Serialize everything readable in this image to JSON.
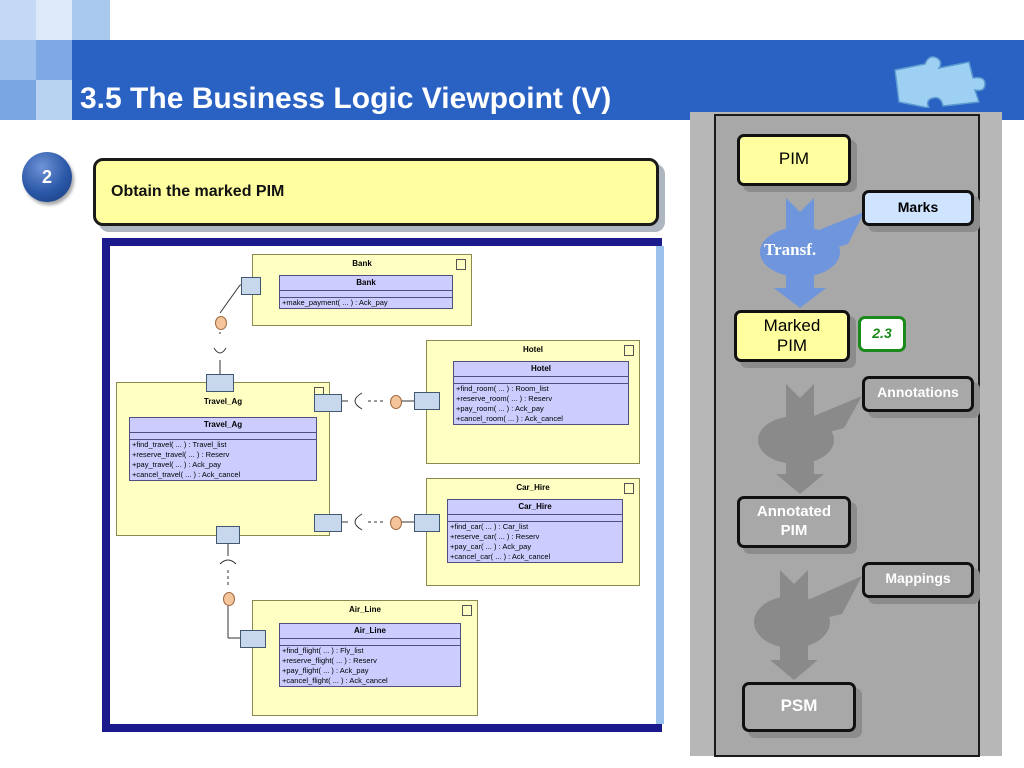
{
  "slide": {
    "title": "3.5 The Business Logic Viewpoint (V)",
    "step_number": "2",
    "instruction": "Obtain the marked PIM"
  },
  "diagram": {
    "components": [
      {
        "name": "Bank",
        "class_name": "Bank",
        "operations": [
          "+make_payment( ... ) : Ack_pay"
        ]
      },
      {
        "name": "Hotel",
        "class_name": "Hotel",
        "operations": [
          "+find_room( ... ) : Room_list",
          "+reserve_room( ... ) : Reserv",
          "+pay_room( ... ) : Ack_pay",
          "+cancel_room( ... ) : Ack_cancel"
        ]
      },
      {
        "name": "Travel_Ag",
        "class_name": "Travel_Ag",
        "operations": [
          "+find_travel( ... ) : Travel_list",
          "+reserve_travel( ... ) : Reserv",
          "+pay_travel( ... ) : Ack_pay",
          "+cancel_travel( ... ) : Ack_cancel"
        ]
      },
      {
        "name": "Car_Hire",
        "class_name": "Car_Hire",
        "operations": [
          "+find_car( ... ) : Car_list",
          "+reserve_car( ... ) : Reserv",
          "+pay_car( ... ) : Ack_pay",
          "+cancel_car( ... ) : Ack_cancel"
        ]
      },
      {
        "name": "Air_Line",
        "class_name": "Air_Line",
        "operations": [
          "+find_flight( ... ) : Fly_list",
          "+reserve_flight( ... ) : Reserv",
          "+pay_flight( ... ) : Ack_pay",
          "+cancel_flight( ... ) : Ack_cancel"
        ]
      }
    ]
  },
  "process": {
    "pim": "PIM",
    "marks": "Marks",
    "transf": "Transf.",
    "marked_pim_line1": "Marked",
    "marked_pim_line2": "PIM",
    "section_ref": "2.3",
    "annotations": "Annotations",
    "annotated_pim_line1": "Annotated",
    "annotated_pim_line2": "PIM",
    "mappings": "Mappings",
    "psm": "PSM"
  },
  "colors": {
    "header_band": "#2a62c4",
    "note_fill": "#ffffa0",
    "component_fill": "#ffffc4",
    "class_fill": "#ccccff",
    "arrow_blue": "#6f95dc",
    "section_ref_green": "#1a8a1a"
  },
  "icons": [
    "puzzle-icon",
    "step-number-circle",
    "component-icon"
  ]
}
